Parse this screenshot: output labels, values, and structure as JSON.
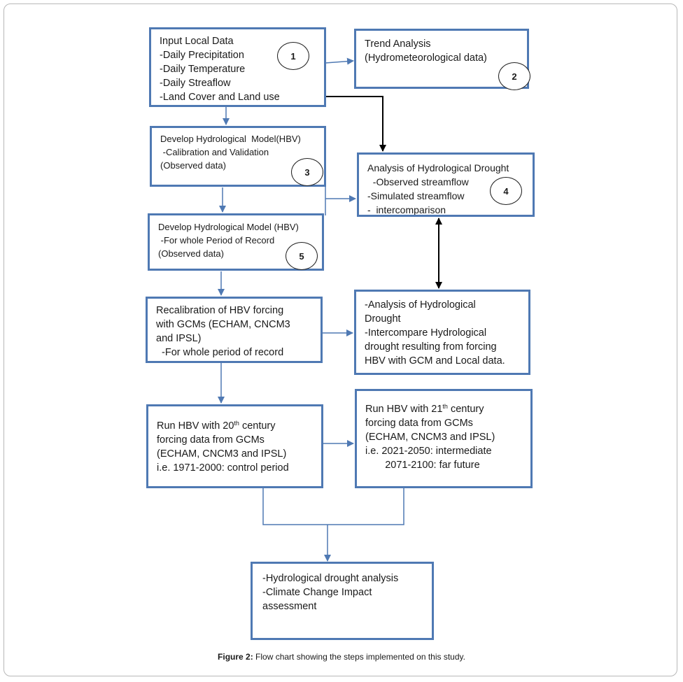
{
  "boxes": {
    "b1": {
      "lines": [
        "Input Local Data",
        "-Daily Precipitation",
        "-Daily Temperature",
        "-Daily Streaflow",
        "-Land Cover and Land use"
      ],
      "badge": "1"
    },
    "b2": {
      "lines": [
        "Trend Analysis",
        "(Hydrometeorological data)"
      ],
      "badge": "2"
    },
    "b3": {
      "lines": [
        "Develop Hydrological  Model(HBV)",
        " -Calibration and Validation",
        "(Observed data)"
      ],
      "badge": "3"
    },
    "b4": {
      "lines": [
        "Analysis of Hydrological Drought",
        "  -Observed streamflow",
        "-Simulated streamflow",
        "-  intercomparison"
      ],
      "badge": "4"
    },
    "b5": {
      "lines": [
        "Develop Hydrological Model (HBV)",
        " -For whole Period of Record",
        "(Observed data)"
      ],
      "badge": "5"
    },
    "b6": {
      "lines": [
        "Recalibration of HBV forcing",
        "with GCMs (ECHAM, CNCM3",
        "and IPSL)",
        "  -For whole period of record"
      ]
    },
    "b7": {
      "lines": [
        "-Analysis of Hydrological",
        "Drought",
        "-Intercompare Hydrological",
        "drought resulting from forcing",
        "HBV with GCM and Local data."
      ]
    },
    "b8": {
      "first_pre": "Run HBV with 20",
      "first_sup": "th",
      "first_post": " century",
      "lines": [
        "forcing data from GCMs",
        "(ECHAM, CNCM3 and IPSL)",
        "i.e. 1971-2000: control period"
      ]
    },
    "b9": {
      "first_pre": "Run HBV with 21",
      "first_sup": "th",
      "first_post": " century",
      "lines": [
        "forcing data from GCMs",
        "(ECHAM, CNCM3 and IPSL)",
        "i.e. 2021-2050: intermediate",
        "       2071-2100: far future"
      ]
    },
    "b10": {
      "lines": [
        "-Hydrological drought analysis",
        "-Climate Change Impact",
        "assessment"
      ]
    }
  },
  "caption": {
    "label": "Figure 2:",
    "text": " Flow chart showing the steps implemented on this study."
  },
  "colors": {
    "box_border": "#4f79b3",
    "blue_arrow": "#4f79b3",
    "black_arrow": "#000000"
  }
}
